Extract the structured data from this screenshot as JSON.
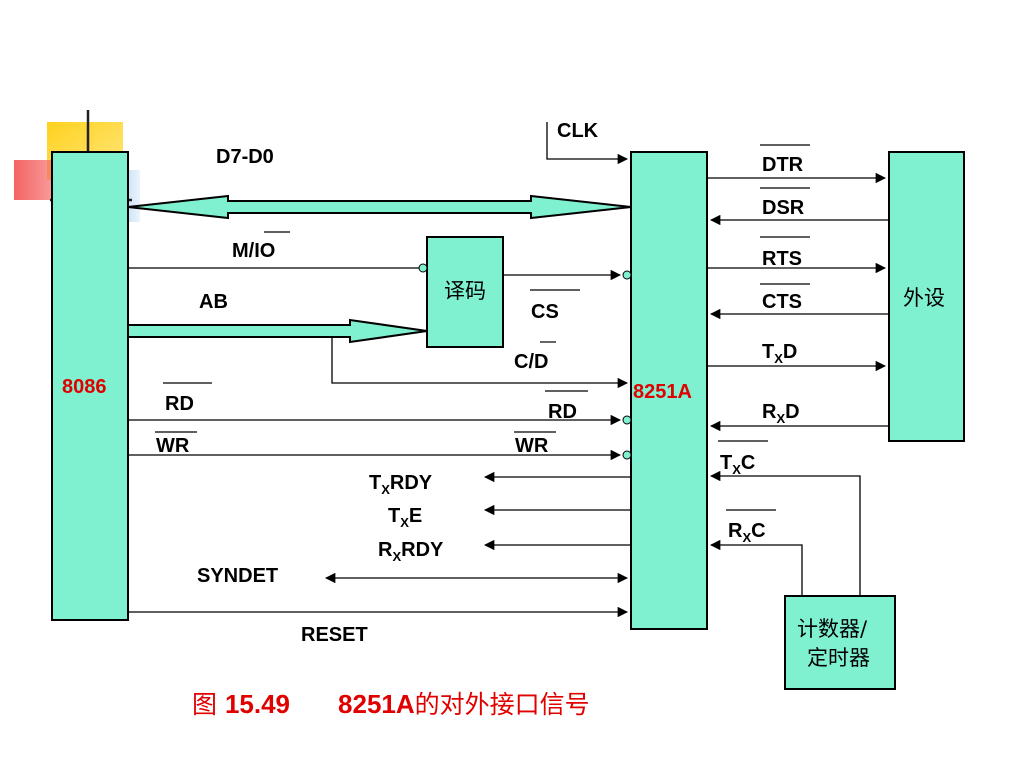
{
  "blocks": {
    "cpu": "8086",
    "usart": "8251A",
    "decoder": "译码",
    "peripheral": "外设",
    "counter_line1": "计数器/",
    "counter_line2": "定时器"
  },
  "signals": {
    "clk": "CLK",
    "databus": "D7-D0",
    "mio": "M/IO",
    "ab": "AB",
    "cs": "CS",
    "cd": "C/D",
    "rd_cpu": "RD",
    "wr_cpu": "WR",
    "rd_usart": "RD",
    "wr_usart": "WR",
    "dtr": "DTR",
    "dsr": "DSR",
    "rts": "RTS",
    "cts": "CTS",
    "txd_main": "T",
    "txd_sub": "X",
    "txd_end": "D",
    "rxd_main": "R",
    "rxd_sub": "X",
    "rxd_end": "D",
    "txc_main": "T",
    "txc_sub": "X",
    "txc_end": "C",
    "rxc_main": "R",
    "rxc_sub": "X",
    "rxc_end": "C",
    "txrdy_main": "T",
    "txrdy_sub": "X",
    "txrdy_end": "RDY",
    "txe_main": "T",
    "txe_sub": "X",
    "txe_end": "E",
    "rxrdy_main": "R",
    "rxrdy_sub": "X",
    "rxrdy_end": "RDY",
    "syndet": "SYNDET",
    "reset": "RESET"
  },
  "caption": {
    "prefix": "图 ",
    "number": "15.49",
    "device": "8251A",
    "text": "的对外接口信号"
  },
  "colors": {
    "box_fill": "#7ff0d0",
    "accent_red": "#e00000",
    "deco_yellow": "#ffd21e",
    "deco_red": "#f46464",
    "deco_blue": "#3c9be0"
  }
}
